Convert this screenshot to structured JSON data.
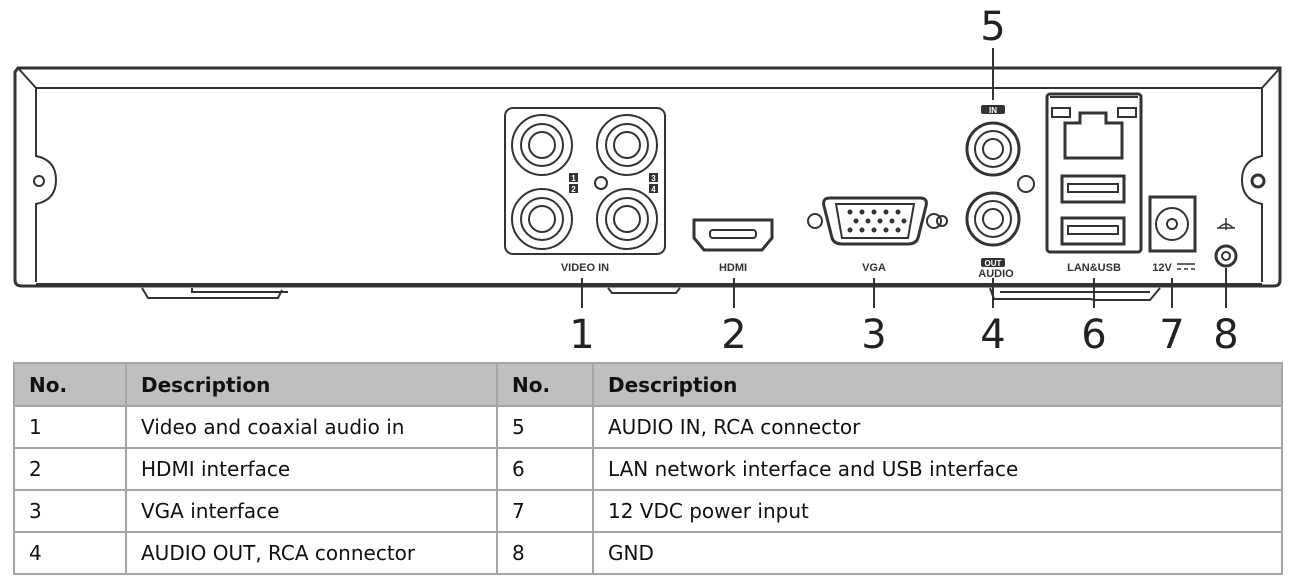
{
  "diagram": {
    "title": "DVR rear panel",
    "port_labels": {
      "video_in": "VIDEO IN",
      "hdmi": "HDMI",
      "vga": "VGA",
      "audio_in_tag": "IN",
      "audio_out_tag": "OUT",
      "audio": "AUDIO",
      "lan_usb": "LAN&USB",
      "power": "12V",
      "gnd_symbol": "ground-symbol"
    },
    "bnc_channel_tags": [
      "1",
      "2",
      "3",
      "4"
    ],
    "callouts": [
      "1",
      "2",
      "3",
      "4",
      "5",
      "6",
      "7",
      "8"
    ]
  },
  "table": {
    "headers": [
      "No.",
      "Description",
      "No.",
      "Description"
    ],
    "rows": [
      {
        "no_a": "1",
        "desc_a": "Video and coaxial audio in",
        "no_b": "5",
        "desc_b": "AUDIO IN, RCA connector"
      },
      {
        "no_a": "2",
        "desc_a": "HDMI interface",
        "no_b": "6",
        "desc_b": "LAN network interface and USB interface"
      },
      {
        "no_a": "3",
        "desc_a": "VGA interface",
        "no_b": "7",
        "desc_b": "12 VDC power input"
      },
      {
        "no_a": "4",
        "desc_a": "AUDIO OUT, RCA connector",
        "no_b": "8",
        "desc_b": "GND"
      }
    ]
  }
}
